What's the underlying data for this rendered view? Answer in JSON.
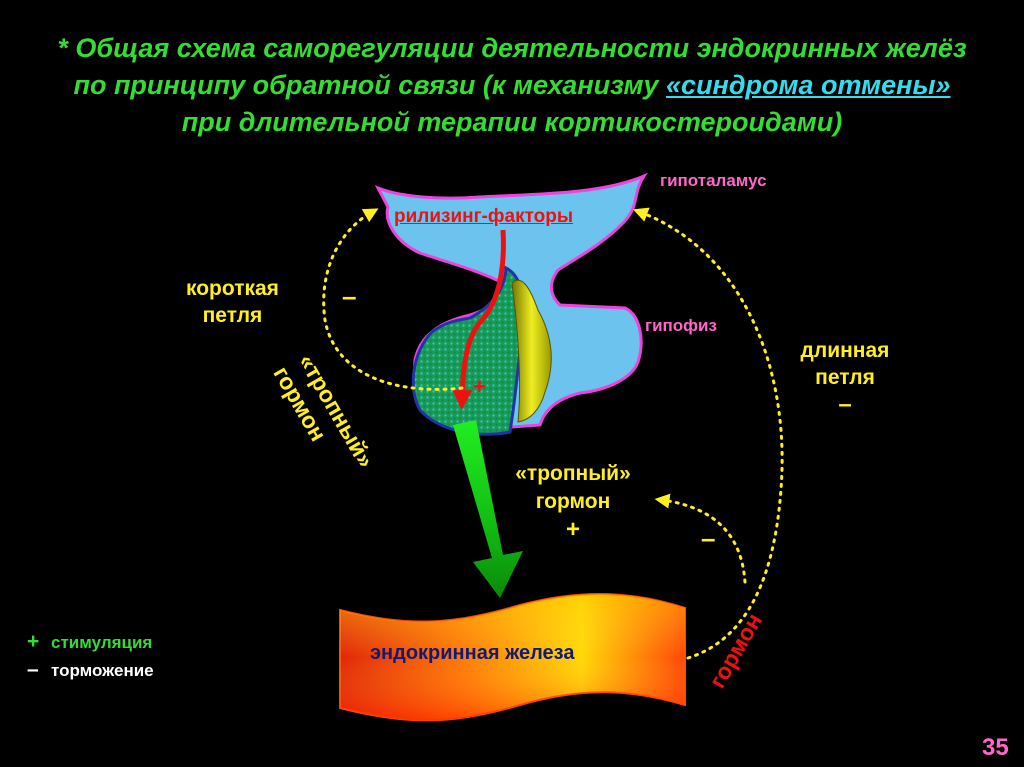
{
  "title": {
    "line1": "*  Общая схема саморегуляции деятельности эндокринных желёз",
    "line2_pre": "по принципу обратной связи (к механизму ",
    "line2_hl": "«синдрома отмены»",
    "line3": "при длительной терапии кортикостероидами)"
  },
  "labels": {
    "hypothalamus": "гипоталамус",
    "releasing": "рилизинг-факторы",
    "pituitary": "гипофиз",
    "short_loop_1": "короткая",
    "short_loop_2": "петля",
    "long_loop_1": "длинная",
    "long_loop_2": "петля",
    "minus": "–",
    "plus": "+",
    "tropic_rot": "«тропный»",
    "hormon_rot": "гормон",
    "tropic": "«тропный»",
    "tropic_hormon": "гормон",
    "gland": "эндокринная железа",
    "hormone_red": "гормон"
  },
  "legend": {
    "plus_sign": "+",
    "plus_text": "стимуляция",
    "minus_sign": "–",
    "minus_text": "торможение"
  },
  "page_number": "35",
  "colors": {
    "background": "#000000",
    "title": "#33dd33",
    "highlight": "#33ddee",
    "labels": "#ffee22",
    "anatomy_labels": "#ff66cc",
    "red": "#ee1111",
    "hypothalamus_fill": "#6cc3ee",
    "outline": "#ee44dd"
  }
}
